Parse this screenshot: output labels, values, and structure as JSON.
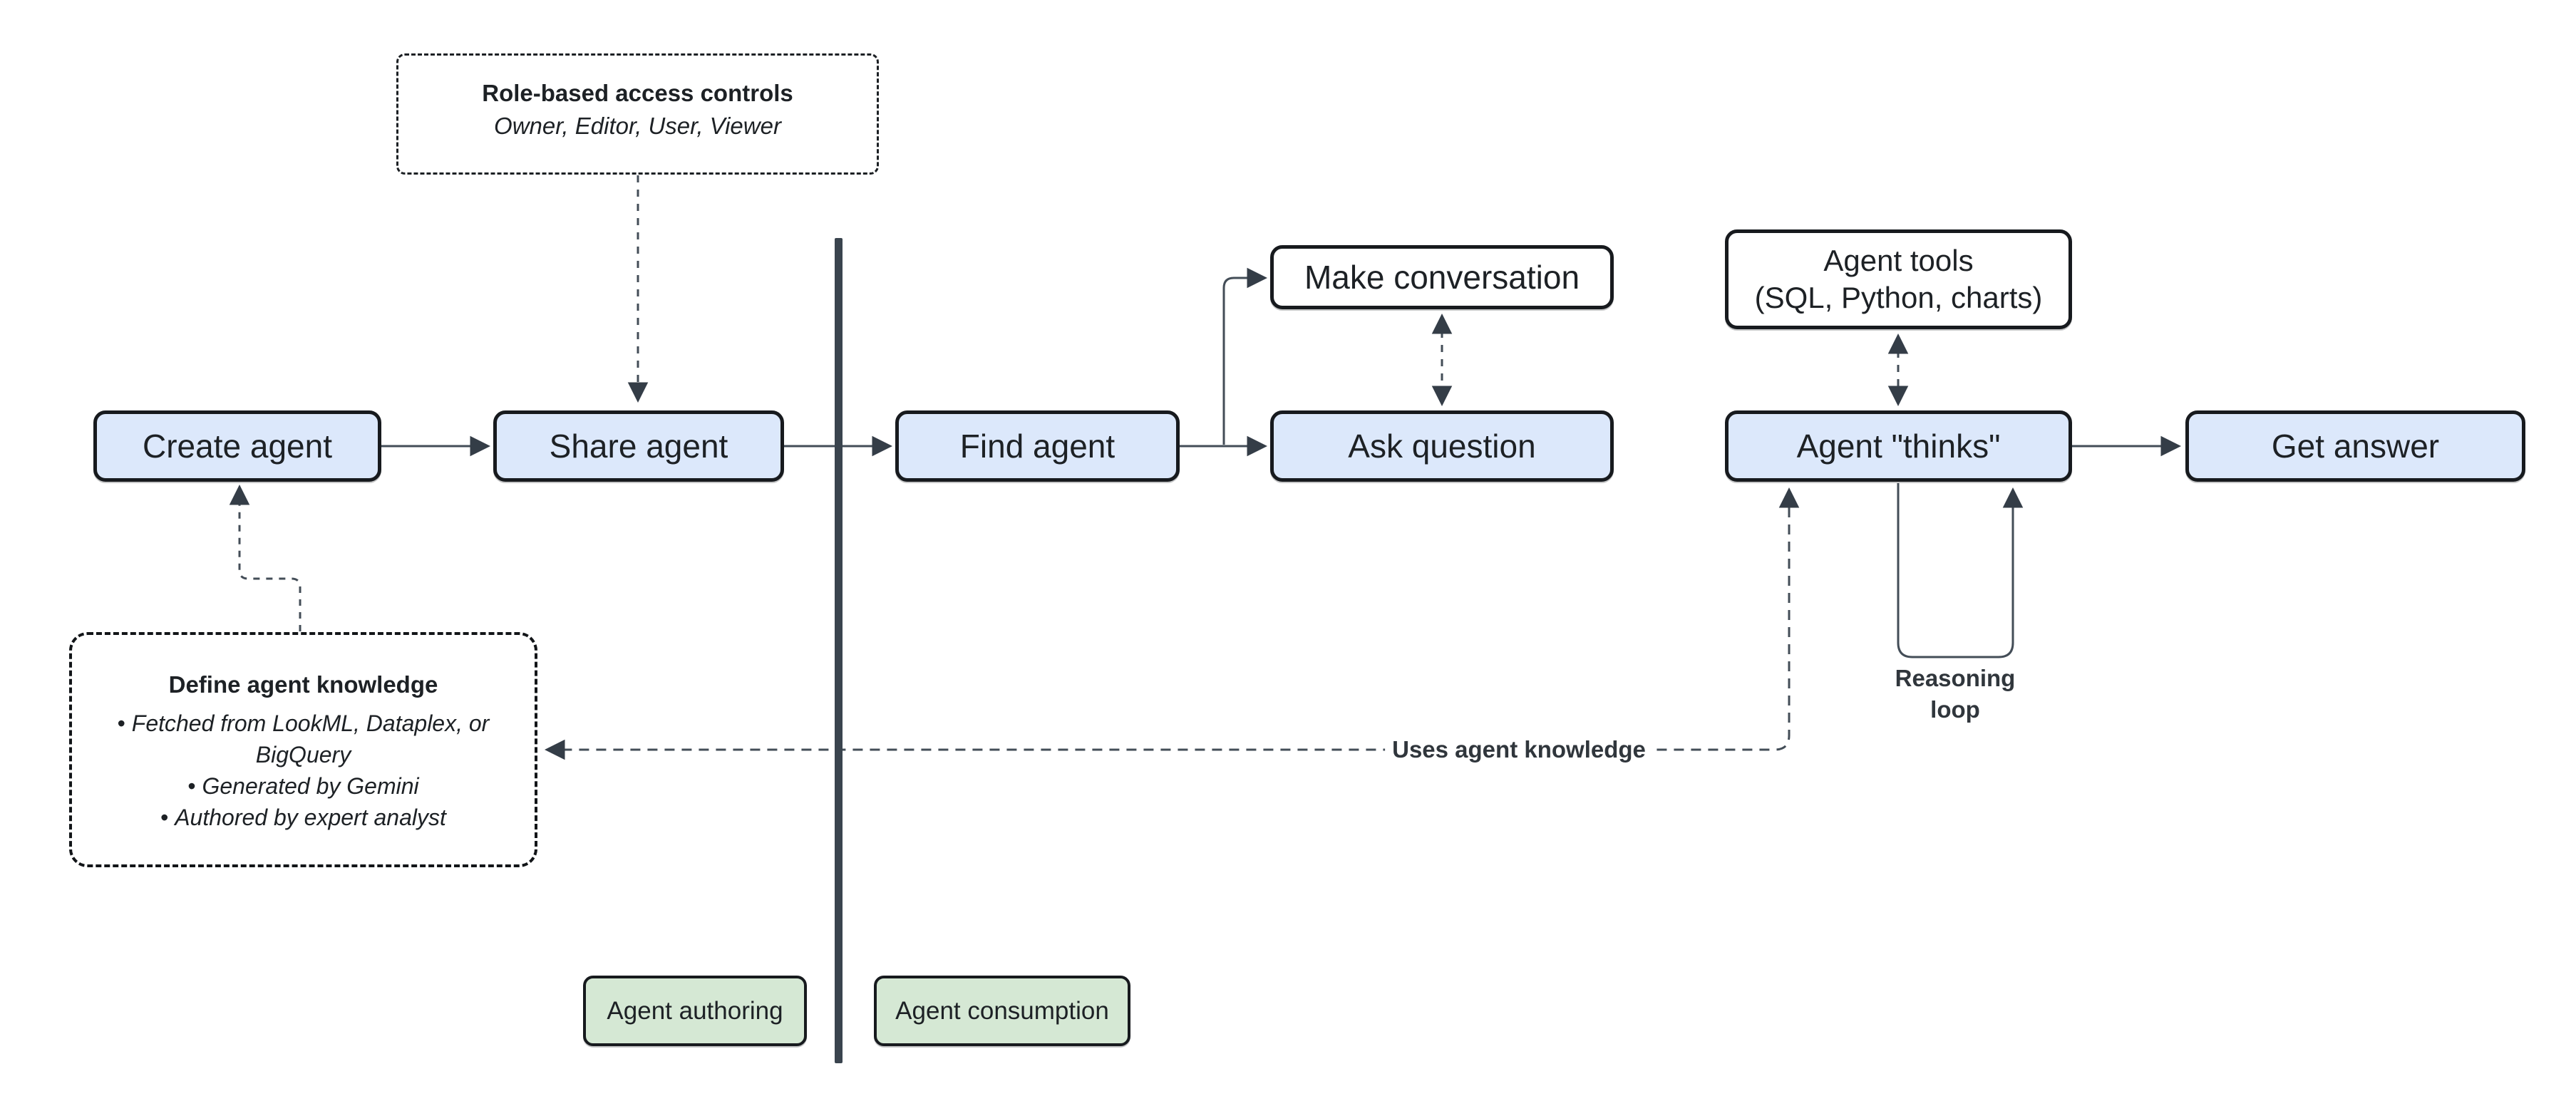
{
  "diagram": {
    "nodes": {
      "create_agent": {
        "label": "Create agent"
      },
      "share_agent": {
        "label": "Share agent"
      },
      "find_agent": {
        "label": "Find agent"
      },
      "make_conversation": {
        "label": "Make conversation"
      },
      "ask_question": {
        "label": "Ask question"
      },
      "agent_tools": {
        "line1": "Agent tools",
        "line2": "(SQL, Python, charts)"
      },
      "agent_thinks": {
        "label": "Agent \"thinks\""
      },
      "get_answer": {
        "label": "Get answer"
      }
    },
    "callouts": {
      "role_based": {
        "title": "Role-based access controls",
        "subtitle": "Owner, Editor, User, Viewer"
      },
      "define_knowledge": {
        "title": "Define agent knowledge",
        "bullets": [
          "Fetched from LookML, Dataplex, or BigQuery",
          "Generated by Gemini",
          "Authored by expert analyst"
        ]
      }
    },
    "edge_labels": {
      "uses_knowledge": "Uses agent knowledge",
      "reasoning_loop": "Reasoning loop"
    },
    "legend": {
      "authoring": "Agent authoring",
      "consumption": "Agent consumption"
    },
    "colors": {
      "node_fill": "#dce8fb",
      "tool_fill": "#ffffff",
      "legend_fill": "#d5e8d4",
      "node_border": "#171a1e",
      "line": "#434d57",
      "arrowhead": "#343d47",
      "divider": "#3a444e",
      "background": "#ffffff"
    }
  }
}
